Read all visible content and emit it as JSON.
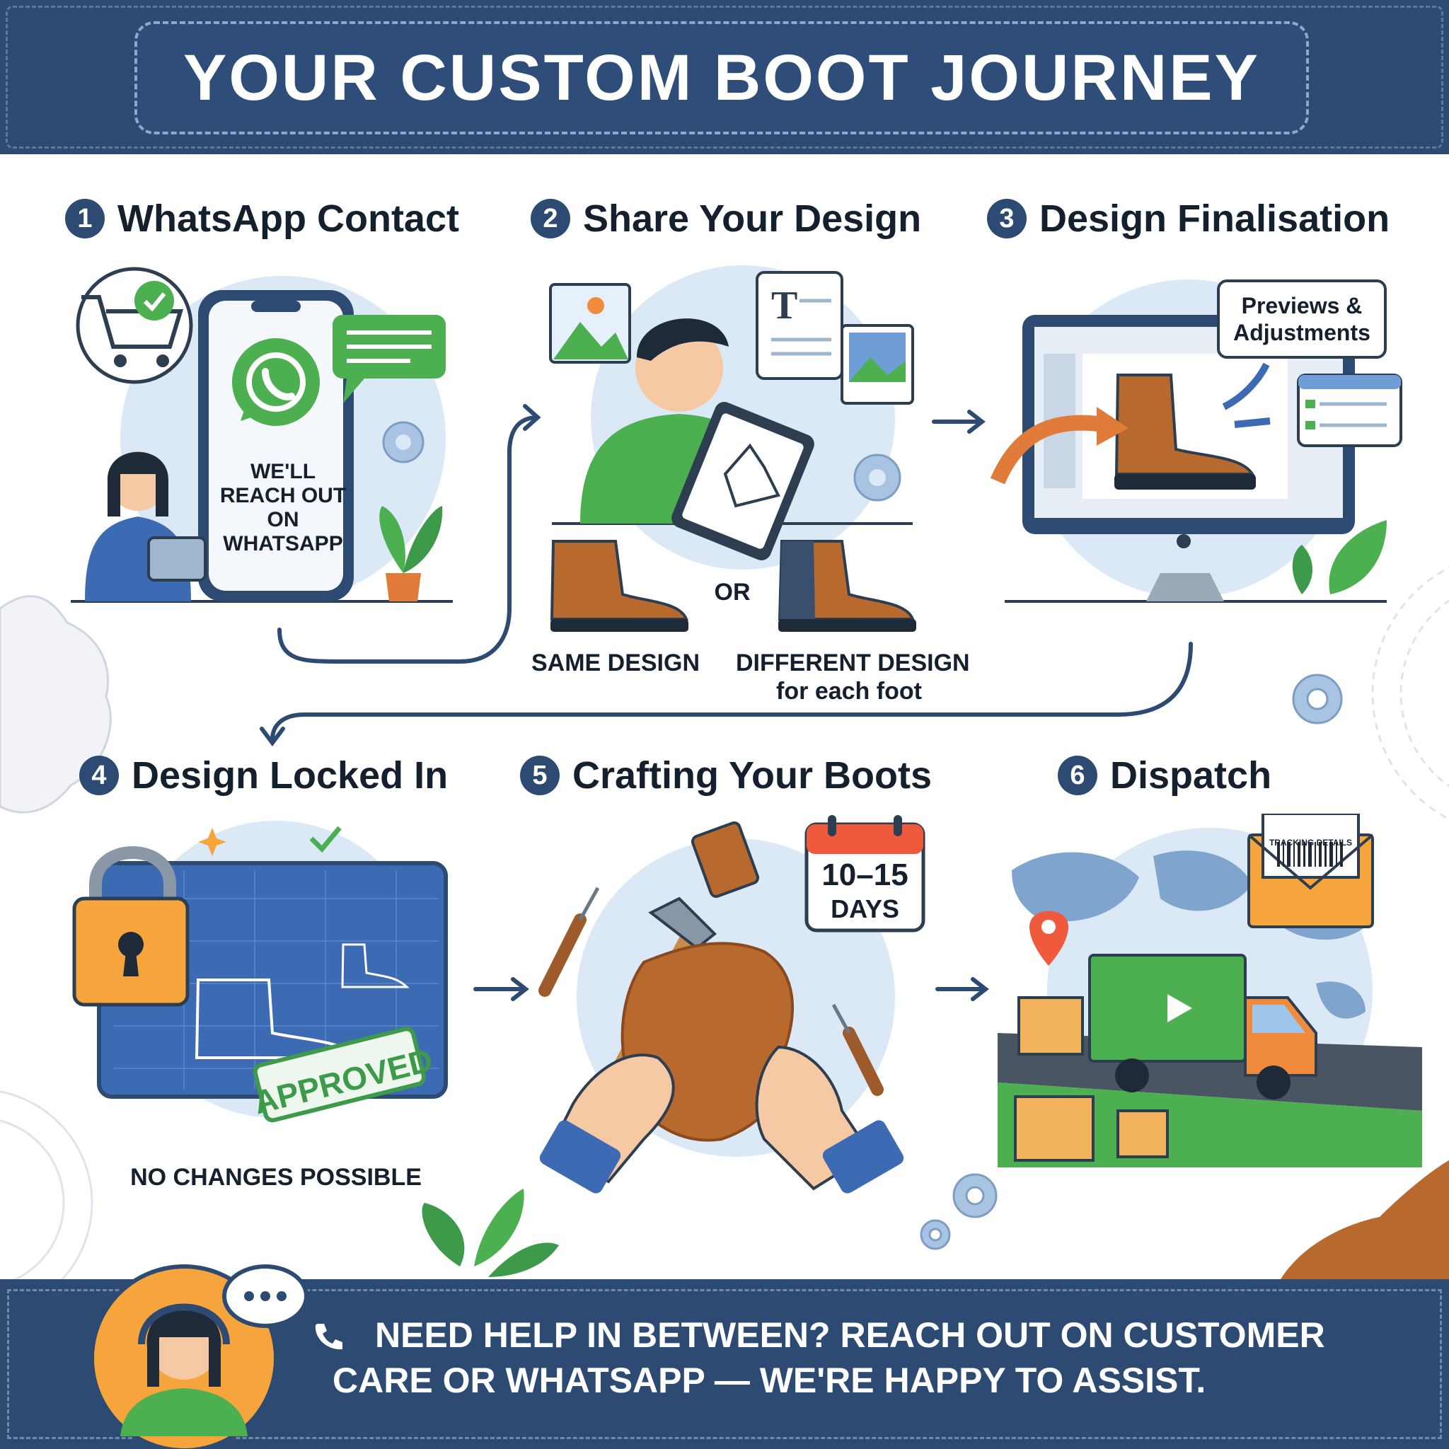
{
  "title": "YOUR CUSTOM BOOT JOURNEY",
  "steps": [
    {
      "number": "1",
      "title": "WhatsApp Contact",
      "phone_text": "WE'LL REACH OUT ON WHATSAPP"
    },
    {
      "number": "2",
      "title": "Share Your Design",
      "option_or": "OR",
      "option_same": "SAME DESIGN",
      "option_different": "DIFFERENT DESIGN",
      "option_different_sub": "for each foot"
    },
    {
      "number": "3",
      "title": "Design Finalisation",
      "callout": "Previews & Adjustments"
    },
    {
      "number": "4",
      "title": "Design Locked In",
      "stamp": "APPROVED",
      "caption": "NO CHANGES POSSIBLE"
    },
    {
      "number": "5",
      "title": "Crafting Your Boots",
      "calendar_range": "10–15",
      "calendar_unit": "DAYS"
    },
    {
      "number": "6",
      "title": "Dispatch",
      "envelope_label": "TRACKING DETAILS"
    }
  ],
  "footer": {
    "help_text": "NEED HELP IN BETWEEN? REACH OUT ON CUSTOMER CARE OR WHATSAPP — WE'RE HAPPY TO ASSIST."
  },
  "colors": {
    "navy": "#2c4a72",
    "green": "#4caf50",
    "brown": "#b8692e",
    "light_blue": "#dbe9f7",
    "orange": "#f08a3c"
  },
  "icons": [
    "whatsapp-icon",
    "shopping-cart-icon",
    "check-icon",
    "gear-icon",
    "plant-icon",
    "image-icon",
    "document-icon",
    "photo-icon",
    "boot-icon",
    "monitor-icon",
    "arrow-icon",
    "padlock-icon",
    "blueprint-icon",
    "hammer-icon",
    "thread-spool-icon",
    "calendar-icon",
    "awl-icon",
    "leather-icon",
    "map-icon",
    "location-pin-icon",
    "truck-icon",
    "box-icon",
    "envelope-icon",
    "barcode-icon",
    "phone-icon",
    "headset-agent-icon"
  ]
}
